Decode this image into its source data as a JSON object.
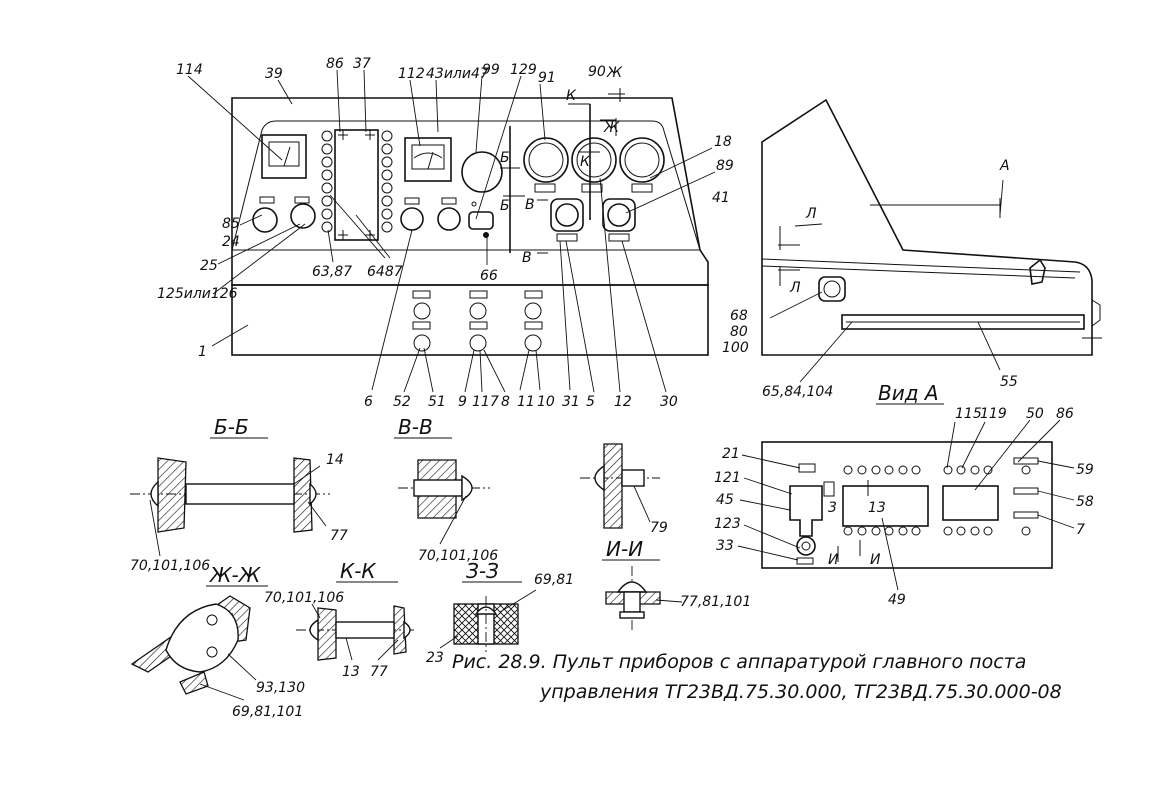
{
  "caption": {
    "line1": "Рис. 28.9. Пульт приборов с аппаратурой главного поста",
    "line2": "управления ТГ23ВД.75.30.000, ТГ23ВД.75.30.000-08"
  },
  "view_a_title": "Вид А",
  "sections": {
    "bb": "Б-Б",
    "vv": "В-В",
    "zhzh": "Ж-Ж",
    "kk": "К-К",
    "zz": "З-З",
    "ii": "И-И"
  },
  "front_labels": {
    "l114": "114",
    "l39": "39",
    "l86": "86",
    "l37": "37",
    "l112": "112",
    "l43": "43или47",
    "l99": "99",
    "l129": "129",
    "l91": "91",
    "l90": "90",
    "lzh": "Ж",
    "lk": "К",
    "lzh2": "Ж",
    "lk2": "К",
    "lb1": "Б",
    "lb2": "Б",
    "lv1": "В",
    "lv2": "В",
    "l18": "18",
    "l89": "89",
    "l41": "41",
    "l85": "85",
    "l24": "24",
    "l25": "25",
    "l125": "125или126",
    "l6387": "63,87",
    "l6487": "6487",
    "l66": "66",
    "l1": "1",
    "b6": "6",
    "b52": "52",
    "b51": "51",
    "b9": "9",
    "b117": "117",
    "b8": "8",
    "b11": "11",
    "b10": "10",
    "b31": "31",
    "b5": "5",
    "b12": "12",
    "b30": "30"
  },
  "side_labels": {
    "la": "А",
    "ll1": "Л",
    "ll2": "Л",
    "l68": "68",
    "l80": "80",
    "l100": "100",
    "l6584": "65,84,104",
    "l55": "55"
  },
  "view_a_labels": {
    "l115": "115",
    "l119": "119",
    "l50": "50",
    "l86": "86",
    "l21": "21",
    "l121": "121",
    "l45": "45",
    "l123": "123",
    "l33": "33",
    "l59": "59",
    "l58": "58",
    "l7": "7",
    "l49": "49",
    "l3a": "3",
    "l13": "13",
    "li1": "И",
    "li2": "И"
  },
  "section_labels": {
    "l14": "14",
    "l77a": "77",
    "l70a": "70,101,106",
    "l70b": "70,101,106",
    "l79": "79",
    "l6981": "69,81",
    "l23": "23",
    "l7781": "77,81,101",
    "l70c": "70,101,106",
    "l13": "13",
    "l77b": "77",
    "l93": "93,130",
    "l6981b": "69,81,101"
  }
}
